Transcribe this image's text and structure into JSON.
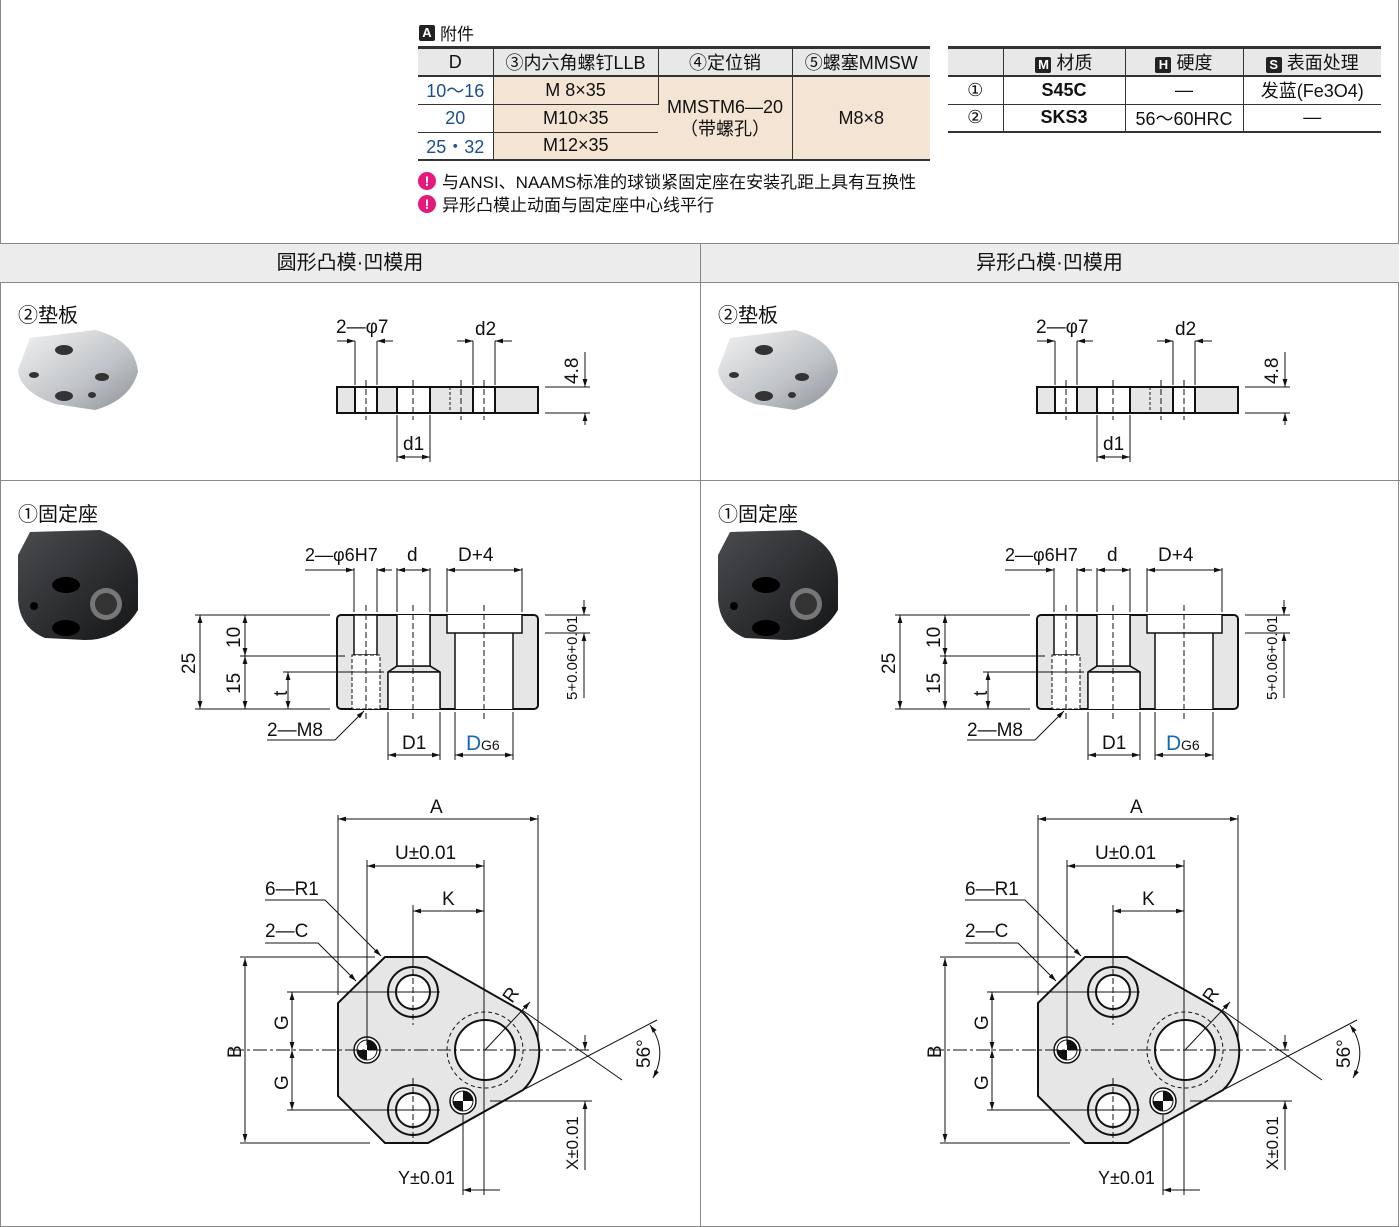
{
  "accessories": {
    "badge": "A",
    "title": "附件",
    "headers": [
      "D",
      "③内六角螺钉LLB",
      "④定位销",
      "⑤螺塞MMSW"
    ],
    "rows": [
      {
        "d": "10～16",
        "screw": "M  8×35"
      },
      {
        "d": "20",
        "screw": "M10×35"
      },
      {
        "d": "25・32",
        "screw": "M12×35"
      }
    ],
    "pin_line1": "MMSTM6—20",
    "pin_line2": "（带螺孔）",
    "plug": "M8×8"
  },
  "materials": {
    "headers": [
      {
        "badge": "M",
        "label": "材质"
      },
      {
        "badge": "H",
        "label": "硬度"
      },
      {
        "badge": "S",
        "label": "表面处理"
      }
    ],
    "rows": [
      {
        "no": "①",
        "material": "S45C",
        "hardness": "—",
        "surface": "发蓝(Fe3O4)"
      },
      {
        "no": "②",
        "material": "SKS3",
        "hardness": "56～60HRC",
        "surface": "—"
      }
    ]
  },
  "notes": [
    "与ANSI、NAAMS标准的球锁紧固定座在安装孔距上具有互换性",
    "异形凸模止动面与固定座中心线平行"
  ],
  "panels": [
    {
      "title": "圆形凸模·凹模用"
    },
    {
      "title": "异形凸模·凹模用"
    }
  ],
  "drawing": {
    "shim_label": "②垫板",
    "seat_label": "①固定座",
    "shim": {
      "holes": "2—φ7",
      "d2": "d2",
      "d1": "d1",
      "thickness": "4.8"
    },
    "seat": {
      "pin_hole": "2—φ6H7",
      "d": "d",
      "d_plus": "D+4",
      "h25": "25",
      "h10": "10",
      "h15": "15",
      "t": "t",
      "tap": "2—M8",
      "D1": "D1",
      "DG6_D": "D",
      "DG6_tol": "G6",
      "depth": "5+0.06+0.01"
    },
    "plan": {
      "A": "A",
      "U": "U±0.01",
      "K": "K",
      "R1": "6—R1",
      "C": "2—C",
      "B": "B",
      "G": "G",
      "R": "R",
      "angle": "56°",
      "X": "X±0.01",
      "Y": "Y±0.01"
    }
  }
}
